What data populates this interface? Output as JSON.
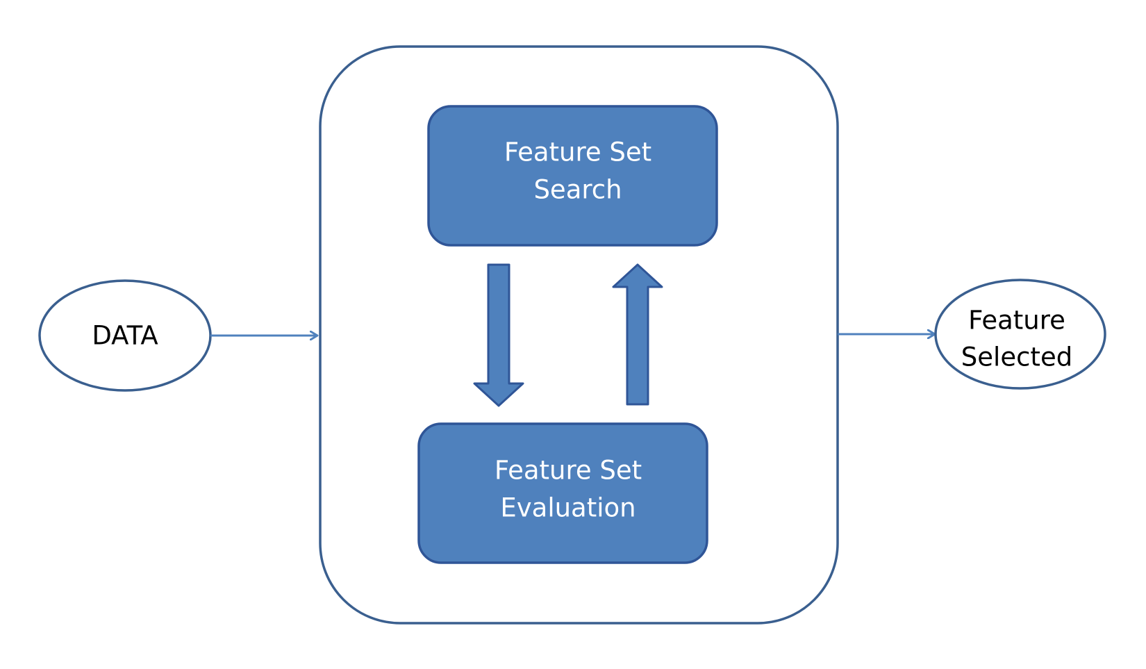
{
  "diagram": {
    "nodes": {
      "data": {
        "label": "DATA"
      },
      "search": {
        "line1": "Feature Set",
        "line2": "Search"
      },
      "evaluation": {
        "line1": "Feature Set",
        "line2": "Evaluation"
      },
      "selected": {
        "line1": "Feature",
        "line2": "Selected"
      }
    },
    "edges": [
      {
        "from": "data",
        "to": "process-container"
      },
      {
        "from": "search",
        "to": "evaluation"
      },
      {
        "from": "evaluation",
        "to": "search"
      },
      {
        "from": "process-container",
        "to": "selected"
      }
    ],
    "colors": {
      "box_fill": "#4F81BD",
      "box_stroke": "#2F5597",
      "outline": "#3A5F8F",
      "arrow": "#4F81BD",
      "background": "#FFFFFF"
    }
  }
}
